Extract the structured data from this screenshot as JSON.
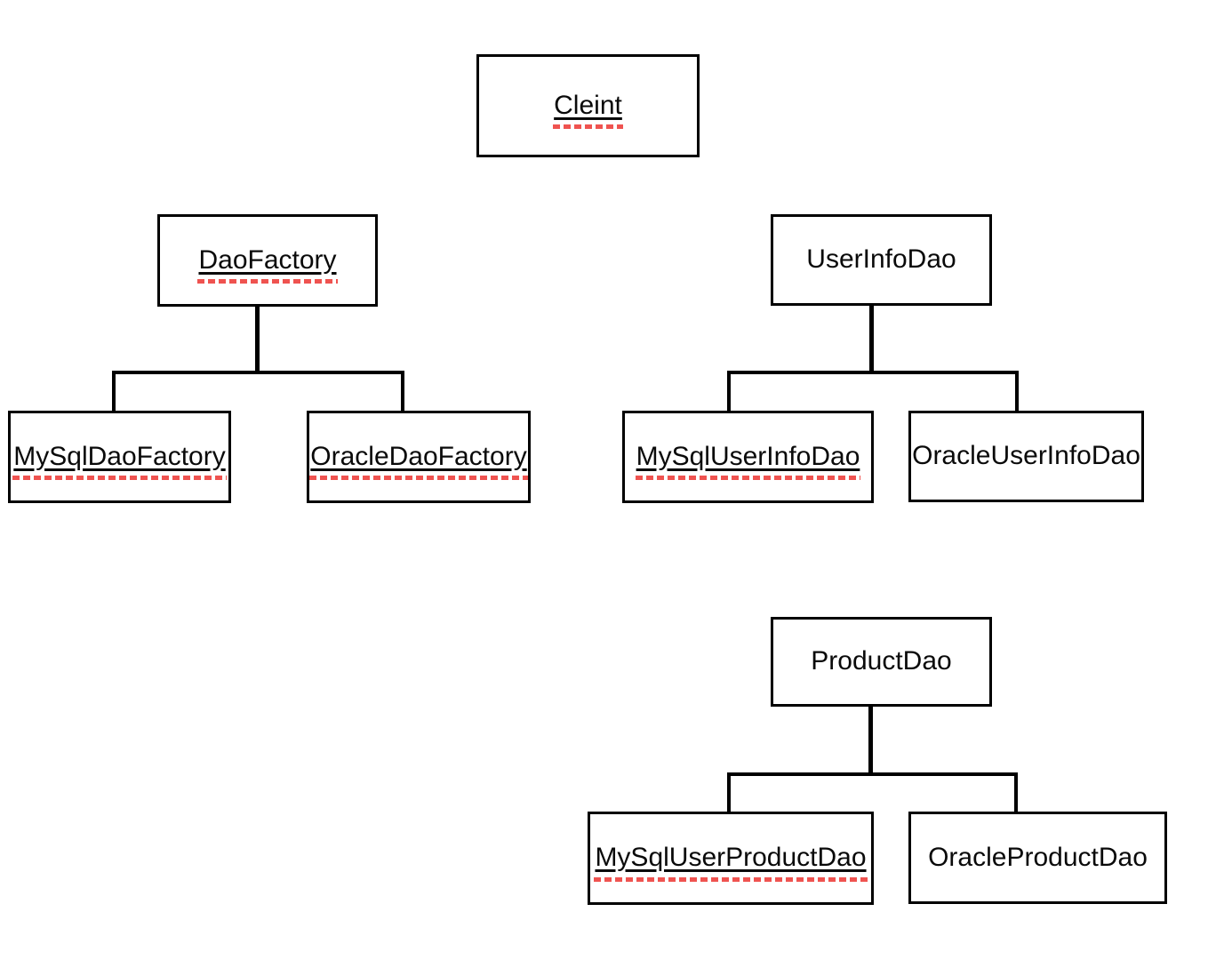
{
  "colors": {
    "background": "#ffffff",
    "box_border": "#000000",
    "connector": "#000000",
    "text": "#0a0a0a",
    "spellcheck_underline": "#ef5350"
  },
  "nodes": {
    "client": {
      "label": "Cleint",
      "misspelled": true
    },
    "dao_factory": {
      "label": "DaoFactory",
      "misspelled": true
    },
    "mysql_dao_factory": {
      "label": "MySqlDaoFactory",
      "misspelled": true
    },
    "oracle_dao_factory": {
      "label": "OracleDaoFactory",
      "misspelled": true
    },
    "user_info_dao": {
      "label": "UserInfoDao",
      "misspelled": false
    },
    "mysql_user_info_dao": {
      "label": "MySqlUserInfoDao",
      "misspelled": true
    },
    "oracle_user_info_dao": {
      "label": "OracleUserInfoDao",
      "misspelled": false
    },
    "product_dao": {
      "label": "ProductDao",
      "misspelled": false
    },
    "mysql_user_product_dao": {
      "label": "MySqlUserProductDao",
      "misspelled": true
    },
    "oracle_product_dao": {
      "label": "OracleProductDao",
      "misspelled": false
    }
  },
  "hierarchies": [
    {
      "parent": "DaoFactory",
      "children": [
        "MySqlDaoFactory",
        "OracleDaoFactory"
      ]
    },
    {
      "parent": "UserInfoDao",
      "children": [
        "MySqlUserInfoDao",
        "OracleUserInfoDao"
      ]
    },
    {
      "parent": "ProductDao",
      "children": [
        "MySqlUserProductDao",
        "OracleProductDao"
      ]
    }
  ]
}
